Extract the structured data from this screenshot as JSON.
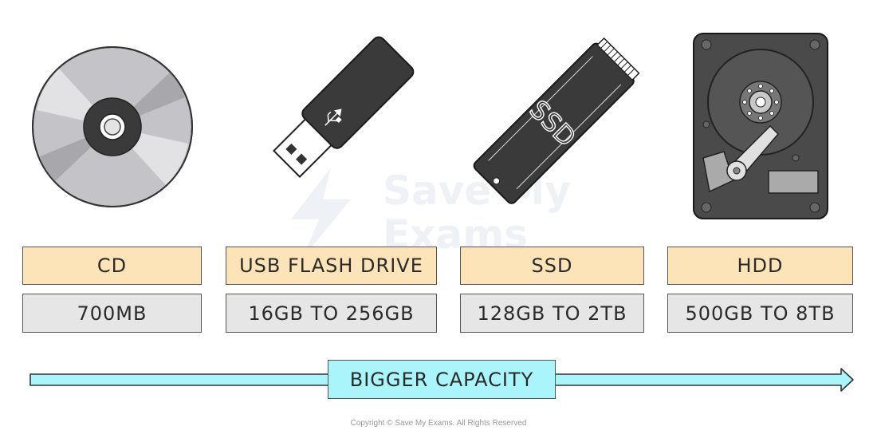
{
  "watermark": {
    "line1": "Save My",
    "line2": "Exams"
  },
  "devices": [
    {
      "id": "cd",
      "name": "CD",
      "capacity": "700MB"
    },
    {
      "id": "usb",
      "name": "USB FLASH DRIVE",
      "capacity": "16GB TO 256GB",
      "icon": "usb-symbol-icon"
    },
    {
      "id": "ssd",
      "name": "SSD",
      "capacity": "128GB TO 2TB",
      "body_text": "SSD"
    },
    {
      "id": "hdd",
      "name": "HDD",
      "capacity": "500GB TO 8TB"
    }
  ],
  "arrow": {
    "label": "BIGGER CAPACITY"
  },
  "footer": {
    "copyright": "Copyright © Save My Exams. All Rights Reserved"
  },
  "colors": {
    "name_box": "#fde3b8",
    "capacity_box": "#e6e6e6",
    "arrow": "#aaf4fb",
    "device_dark": "#3a3a3a",
    "cd_silver": "#c2c2c6"
  }
}
